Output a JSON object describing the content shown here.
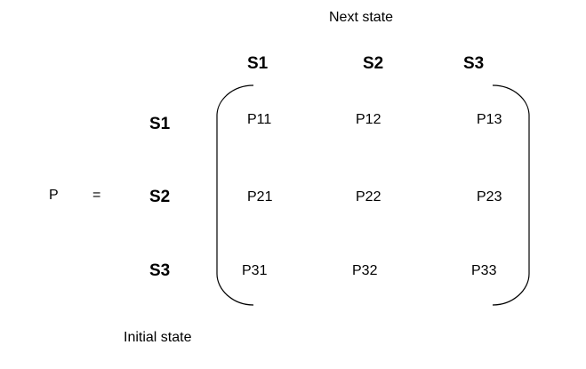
{
  "matrix_name": "P",
  "equals_sign": "=",
  "column_axis_label": "Next state",
  "row_axis_label": "Initial state",
  "columns": [
    "S1",
    "S2",
    "S3"
  ],
  "rows": [
    "S1",
    "S2",
    "S3"
  ],
  "cells": [
    [
      "P11",
      "P12",
      "P13"
    ],
    [
      "P21",
      "P22",
      "P23"
    ],
    [
      "P31",
      "P32",
      "P33"
    ]
  ]
}
